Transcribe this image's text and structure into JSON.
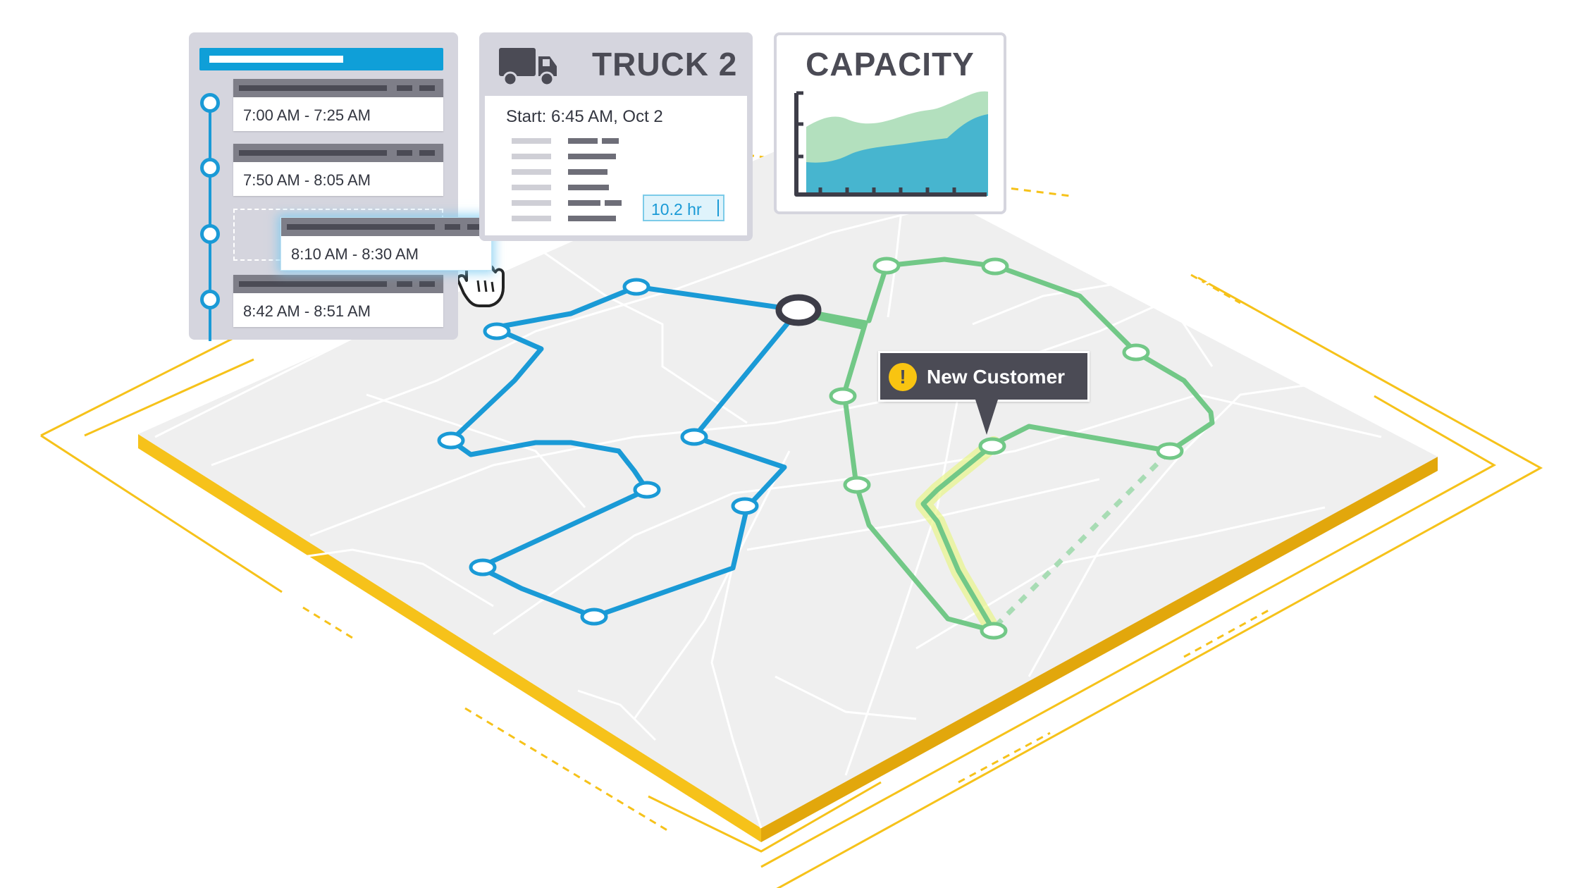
{
  "schedule": {
    "slots": [
      {
        "time": "7:00 AM - 7:25 AM"
      },
      {
        "time": "7:50 AM - 8:05 AM"
      },
      {
        "time": "8:10 AM - 8:30 AM"
      },
      {
        "time": "8:42 AM - 8:51 AM"
      }
    ]
  },
  "truck": {
    "title": "TRUCK 2",
    "start": "Start: 6:45 AM, Oct 2",
    "hours": "10.2 hr",
    "icon": "truck-icon"
  },
  "capacity": {
    "title": "CAPACITY"
  },
  "map": {
    "callout": "New Customer",
    "callout_icon": "warning-icon",
    "callout_symbol": "!",
    "colors": {
      "route_blue": "#1a9ad6",
      "route_green": "#72c887",
      "frame_yellow": "#f6c21a",
      "map_ground": "#efefef",
      "depot": "#3d3d48"
    }
  },
  "cursor": {
    "icon": "hand-pointer-icon"
  }
}
